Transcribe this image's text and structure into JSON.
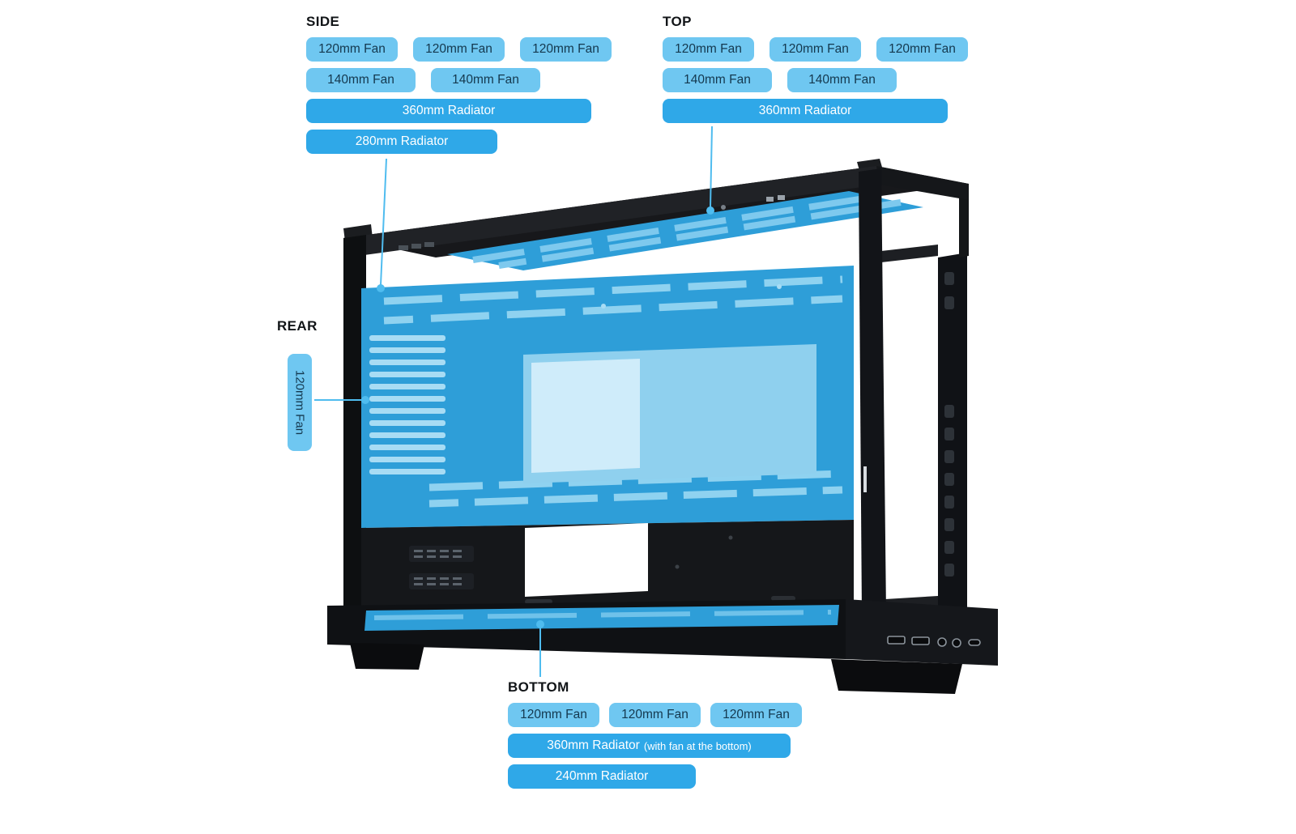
{
  "palette": {
    "fan_pill_bg": "#6FC7F1",
    "fan_pill_text": "#14384E",
    "radiator_pill_bg": "#2FA8E8",
    "radiator_pill_text": "#FFFFFF",
    "leader_line": "#4FBCEF",
    "overlay_blue": "#2E9ED8",
    "case_black": "#131518"
  },
  "sections": {
    "side": {
      "heading": "SIDE",
      "fans_120": [
        "120mm Fan",
        "120mm Fan",
        "120mm Fan"
      ],
      "fans_140": [
        "140mm Fan",
        "140mm Fan"
      ],
      "radiators": [
        "360mm Radiator",
        "280mm Radiator"
      ]
    },
    "top": {
      "heading": "TOP",
      "fans_120": [
        "120mm Fan",
        "120mm Fan",
        "120mm Fan"
      ],
      "fans_140": [
        "140mm Fan",
        "140mm Fan"
      ],
      "radiators": [
        "360mm Radiator"
      ]
    },
    "rear": {
      "heading": "REAR",
      "fans_120": [
        "120mm Fan"
      ]
    },
    "bottom": {
      "heading": "BOTTOM",
      "fans_120": [
        "120mm Fan",
        "120mm Fan",
        "120mm Fan"
      ],
      "radiator_primary": "360mm Radiator",
      "radiator_primary_note": "(with fan at the bottom)",
      "radiators": [
        "240mm Radiator"
      ]
    }
  }
}
